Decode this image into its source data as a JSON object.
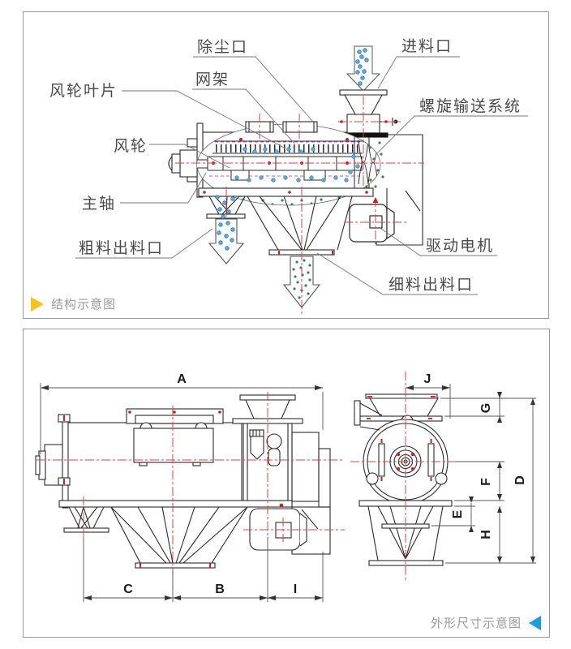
{
  "structure_panel": {
    "caption": "结构示意图",
    "labels": {
      "wind_wheel_blade": "风轮叶片",
      "dust_port": "除尘口",
      "screen_frame": "网架",
      "feed_inlet": "进料口",
      "screw_conveyor_system": "螺旋输送系统",
      "wind_wheel": "风轮",
      "main_shaft": "主轴",
      "coarse_outlet": "粗料出料口",
      "drive_motor": "驱动电机",
      "fine_outlet": "细料出料口"
    }
  },
  "dimension_panel": {
    "caption": "外形尺寸示意图",
    "dims": {
      "A": "A",
      "B": "B",
      "C": "C",
      "D": "D",
      "E": "E",
      "F": "F",
      "G": "G",
      "H": "H",
      "I": "I",
      "J": "J"
    }
  },
  "colors": {
    "centerline_red": "#e04040",
    "screen_magenta": "#cc55cc",
    "coarse_particle_blue": "#5aa7e0",
    "fine_particle_green": "#3a7d5f",
    "caption_text_gray": "#9a9a9a",
    "structure_arrow_yellow": "#f6c21c",
    "dimension_arrow_blue": "#1e9de3",
    "drawing_line_dark": "#2b2b2b",
    "panel_border_gray": "#9a9a9a"
  }
}
